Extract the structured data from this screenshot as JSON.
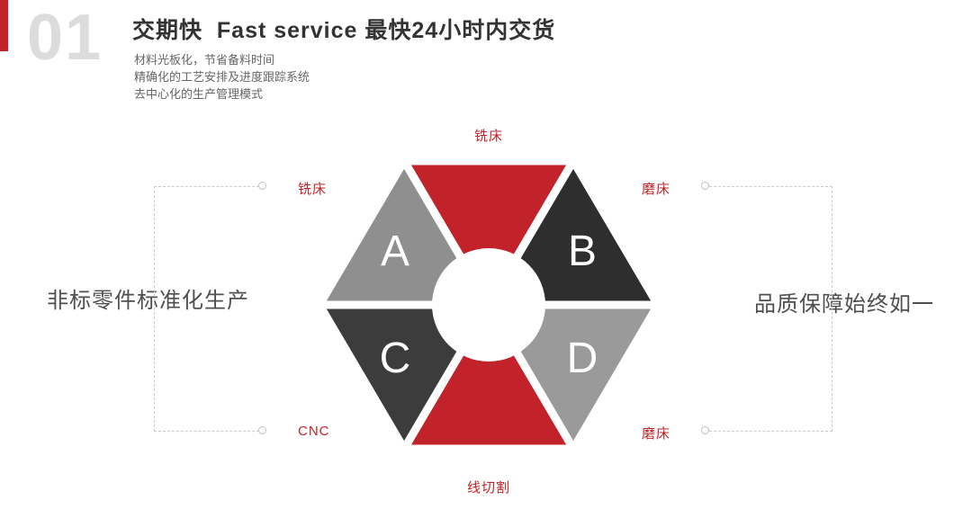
{
  "page": {
    "badge_number": "01",
    "title": "交期快  Fast service 最快24小时内交货",
    "bullets": [
      "材料光板化，节省备料时间",
      "精确化的工艺安排及进度跟踪系统",
      "去中心化的生产管理模式"
    ],
    "left_caption": "非标零件标准化生产",
    "right_caption": "品质保障始终如一"
  },
  "diagram": {
    "segments": {
      "top": {
        "label": "铣床"
      },
      "upper_left": {
        "label": "铣床",
        "letter": "A"
      },
      "upper_right": {
        "label": "磨床",
        "letter": "B"
      },
      "lower_left": {
        "label": "CNC",
        "letter": "C"
      },
      "lower_right": {
        "label": "磨床",
        "letter": "D"
      },
      "bottom": {
        "label": "线切割"
      }
    },
    "colors": {
      "red": "#c2232a",
      "dark": "#2e2e2e",
      "charcoal": "#3c3c3c",
      "gray": "#8f8f8f",
      "gray_light": "#9a9a9a",
      "accent_text": "#c2232a"
    }
  }
}
